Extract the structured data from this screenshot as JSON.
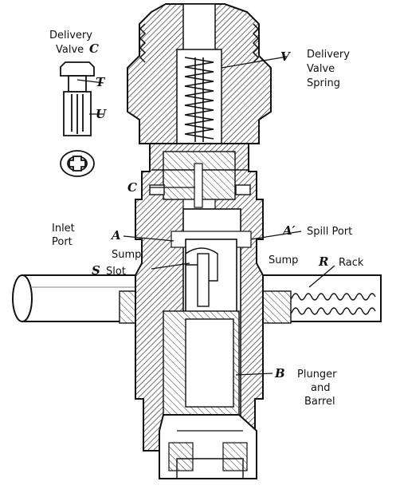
{
  "labels": {
    "delivery_valve_c_line1": "Delivery",
    "delivery_valve_c_line2": "Valve",
    "delivery_valve_spring_line1": "Delivery",
    "delivery_valve_spring_line2": "Valve",
    "delivery_valve_spring_line3": "Spring",
    "inlet_port_line1": "Inlet",
    "inlet_port_line2": "Port",
    "spill_port": "Spill Port",
    "sump_left": "Sump",
    "sump_right": "Sump",
    "slot": "Slot",
    "rack": "Rack",
    "plunger_line1": "Plunger",
    "plunger_line2": "and",
    "plunger_line3": "Barrel"
  },
  "letters": {
    "c_top": "C",
    "t": "T",
    "u": "U",
    "v": "V",
    "c_mid": "C",
    "a": "A",
    "a_prime": "A′",
    "s": "S",
    "r": "R",
    "b": "B"
  }
}
